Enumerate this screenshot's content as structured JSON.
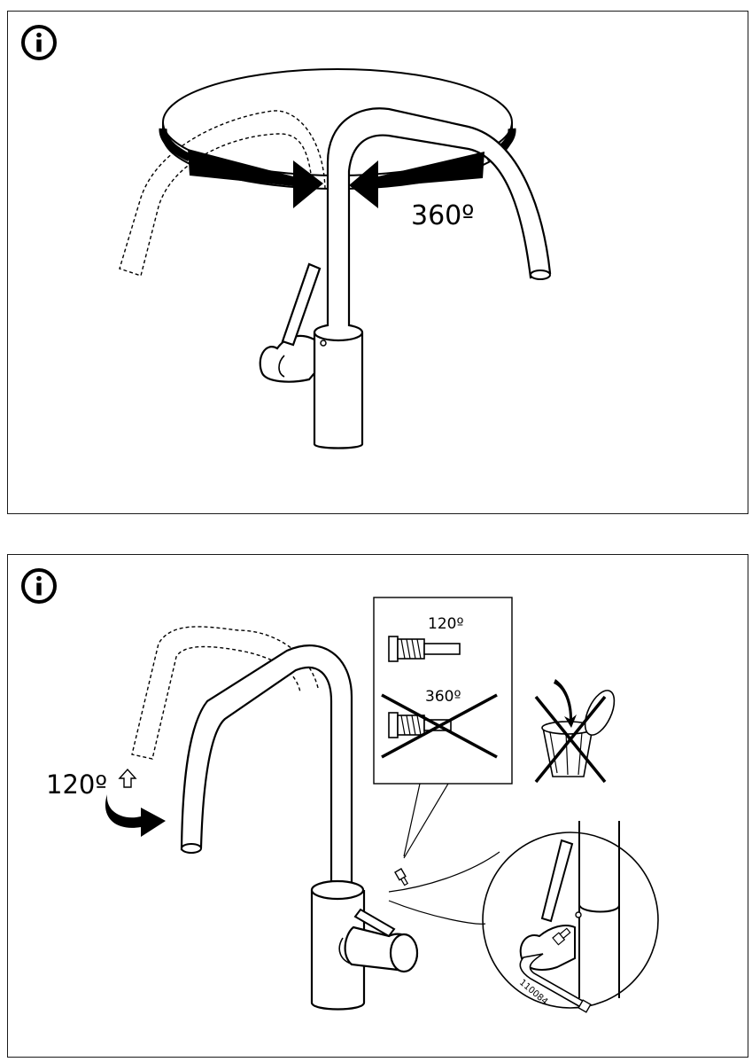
{
  "top_panel": {
    "rotation_label": "360º"
  },
  "bottom_panel": {
    "rotation_label": "120º",
    "inset": {
      "allowed_label": "120º",
      "forbidden_label": "360º"
    },
    "part_number": "110084"
  },
  "icons": {
    "info": "info-icon",
    "trash": "trash-can-icon",
    "prohibited": "x-cross-icon"
  }
}
